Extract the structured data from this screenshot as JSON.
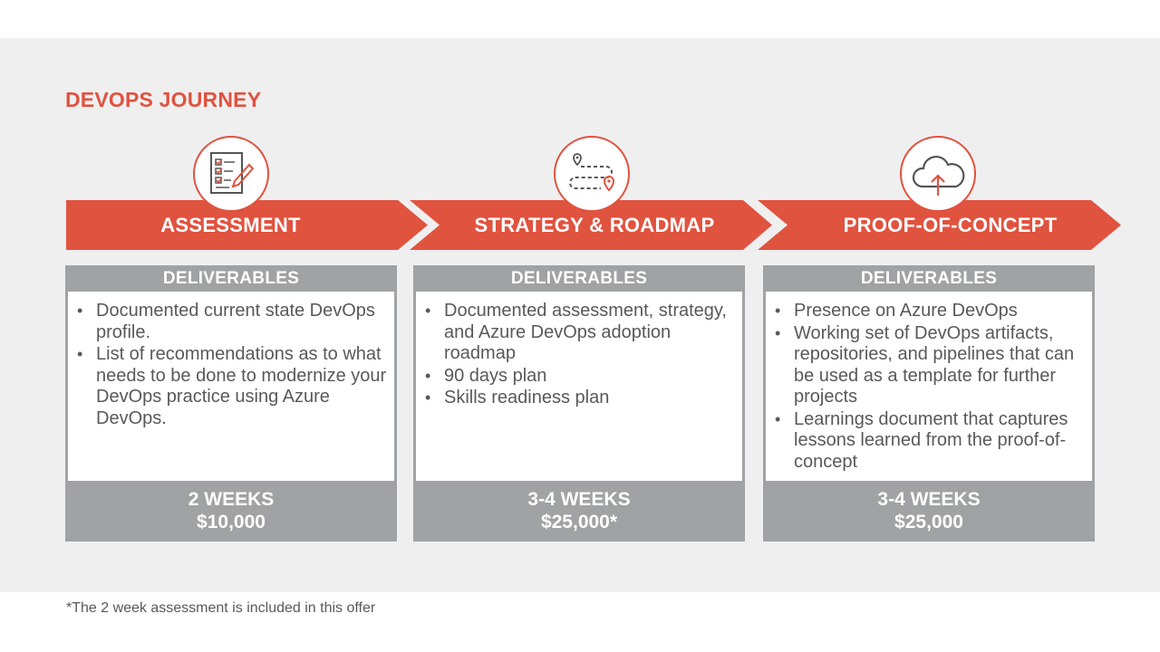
{
  "title": "DEVOPS JOURNEY",
  "accent_color": "#e0533f",
  "stages": [
    {
      "label": "ASSESSMENT",
      "icon": "checklist-pencil-icon",
      "deliverables_header": "DELIVERABLES",
      "items": [
        "Documented current state DevOps profile.",
        "List of recommendations as to what needs to be done to modernize your DevOps practice using Azure DevOps."
      ],
      "duration": "2 WEEKS",
      "price": "$10,000"
    },
    {
      "label": "STRATEGY & ROADMAP",
      "icon": "route-map-icon",
      "deliverables_header": "DELIVERABLES",
      "items": [
        "Documented assessment, strategy, and Azure DevOps adoption roadmap",
        "90 days plan",
        "Skills readiness plan"
      ],
      "duration": "3-4 WEEKS",
      "price": "$25,000*"
    },
    {
      "label": "PROOF-OF-CONCEPT",
      "icon": "cloud-upload-icon",
      "deliverables_header": "DELIVERABLES",
      "items": [
        "Presence on Azure DevOps",
        "Working set of DevOps artifacts, repositories, and pipelines that can be used as a template for further projects",
        "Learnings document that captures lessons learned from the proof-of-concept"
      ],
      "duration": "3-4 WEEKS",
      "price": "$25,000"
    }
  ],
  "footnote": "*The 2 week assessment is included in this offer"
}
